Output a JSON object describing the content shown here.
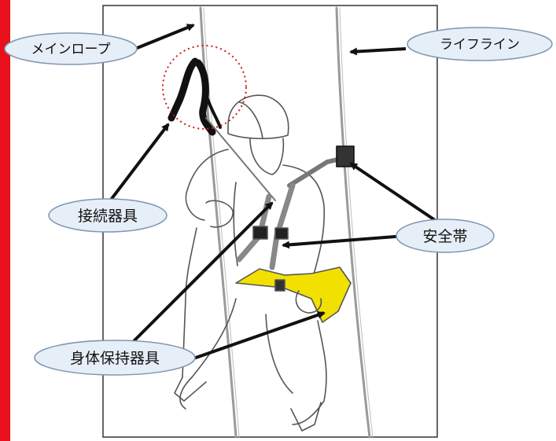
{
  "labels": {
    "main_rope": "メインロープ",
    "lifeline": "ライフライン",
    "connector": "接続器具",
    "safety_belt": "安全帯",
    "body_holder": "身体保持器具"
  },
  "colors": {
    "left_edge_bar": "#e8101a",
    "label_fill": "#e6eef7",
    "label_stroke": "#7f96b2",
    "arrow": "#111111",
    "highlight_circle": "#d01818",
    "seat_yellow": "#f2e000",
    "rope_gray": "#9a9a9a"
  }
}
